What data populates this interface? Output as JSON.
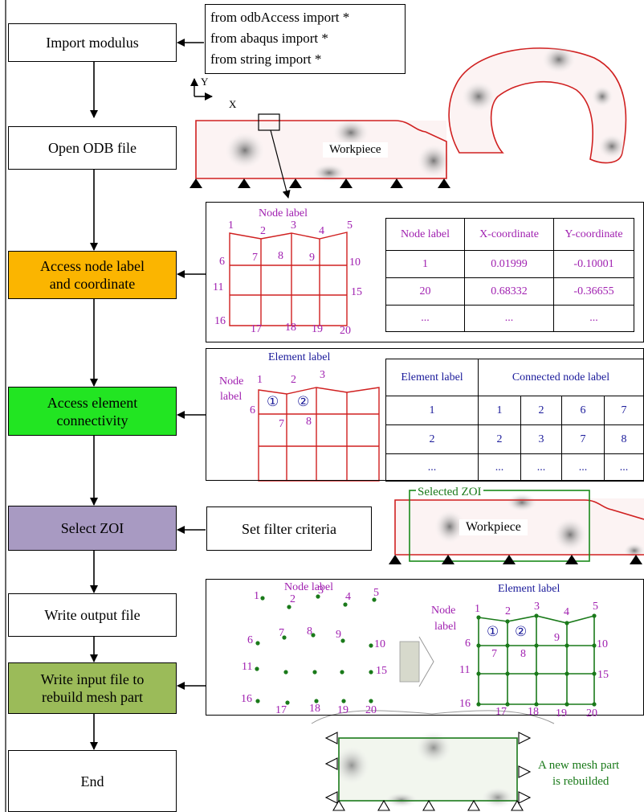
{
  "flow": {
    "import": "Import modulus",
    "open_odb": "Open ODB file",
    "access_node_1": "Access node label",
    "access_node_2": "and coordinate",
    "access_elem_1": "Access element",
    "access_elem_2": "connectivity",
    "select_zoi": "Select ZOI",
    "write_output": "Write output file",
    "write_input_1": "Write input file to",
    "write_input_2": "rebuild mesh part",
    "end": "End"
  },
  "imports": [
    "from odbAccess import *",
    "from abaqus import *",
    "from string import *"
  ],
  "filter": "Set filter criteria",
  "axes": {
    "y": "Y",
    "x": "X"
  },
  "workpiece": "Workpiece",
  "node_label": "Node label",
  "element_label": "Element label",
  "node_label_2line": [
    "Node",
    "label"
  ],
  "selected_zoi": "Selected ZOI",
  "new_mesh": [
    "A new mesh part",
    "is rebuilded"
  ],
  "elem_ids": [
    "①",
    "②"
  ],
  "node_table": {
    "headers": [
      "Node label",
      "X-coordinate",
      "Y-coordinate"
    ],
    "rows": [
      [
        "1",
        "0.01999",
        "-0.10001"
      ],
      [
        "20",
        "0.68332",
        "-0.36655"
      ],
      [
        "...",
        "...",
        "..."
      ]
    ]
  },
  "elem_table": {
    "headers": [
      "Element label",
      "Connected node label"
    ],
    "rows": [
      [
        "1",
        "1",
        "2",
        "6",
        "7"
      ],
      [
        "2",
        "2",
        "3",
        "7",
        "8"
      ],
      [
        "...",
        "...",
        "...",
        "...",
        "..."
      ]
    ]
  },
  "node_numbers": [
    "1",
    "2",
    "3",
    "4",
    "5",
    "6",
    "7",
    "8",
    "9",
    "10",
    "11",
    "15",
    "16",
    "17",
    "18",
    "19",
    "20"
  ],
  "colors": {
    "orange": "#fbb500",
    "green": "#22e522",
    "purple": "#a89ac2",
    "olive": "#9bbb59"
  }
}
